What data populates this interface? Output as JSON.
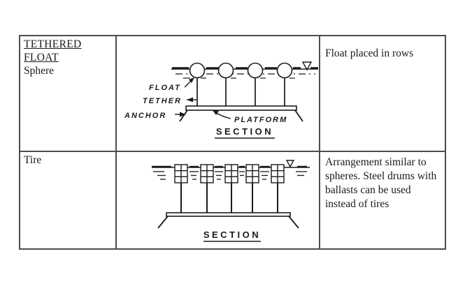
{
  "table": {
    "title": "TETHERED FLOAT",
    "rows": [
      {
        "type_label": "Sphere",
        "description": "Float placed in rows",
        "diagram": {
          "float_label": "FLOAT",
          "tether_label": "TETHER",
          "anchor_label": "ANCHOR",
          "platform_label": "PLATFORM",
          "section_label": "SECTION"
        }
      },
      {
        "type_label": "Tire",
        "description": "Arrangement similar to spheres. Steel drums with ballasts can be used instead of tires",
        "diagram": {
          "section_label": "SECTION"
        }
      }
    ]
  },
  "colors": {
    "ink": "#1a1a1a",
    "border": "#4d4d4d",
    "background": "#ffffff"
  }
}
